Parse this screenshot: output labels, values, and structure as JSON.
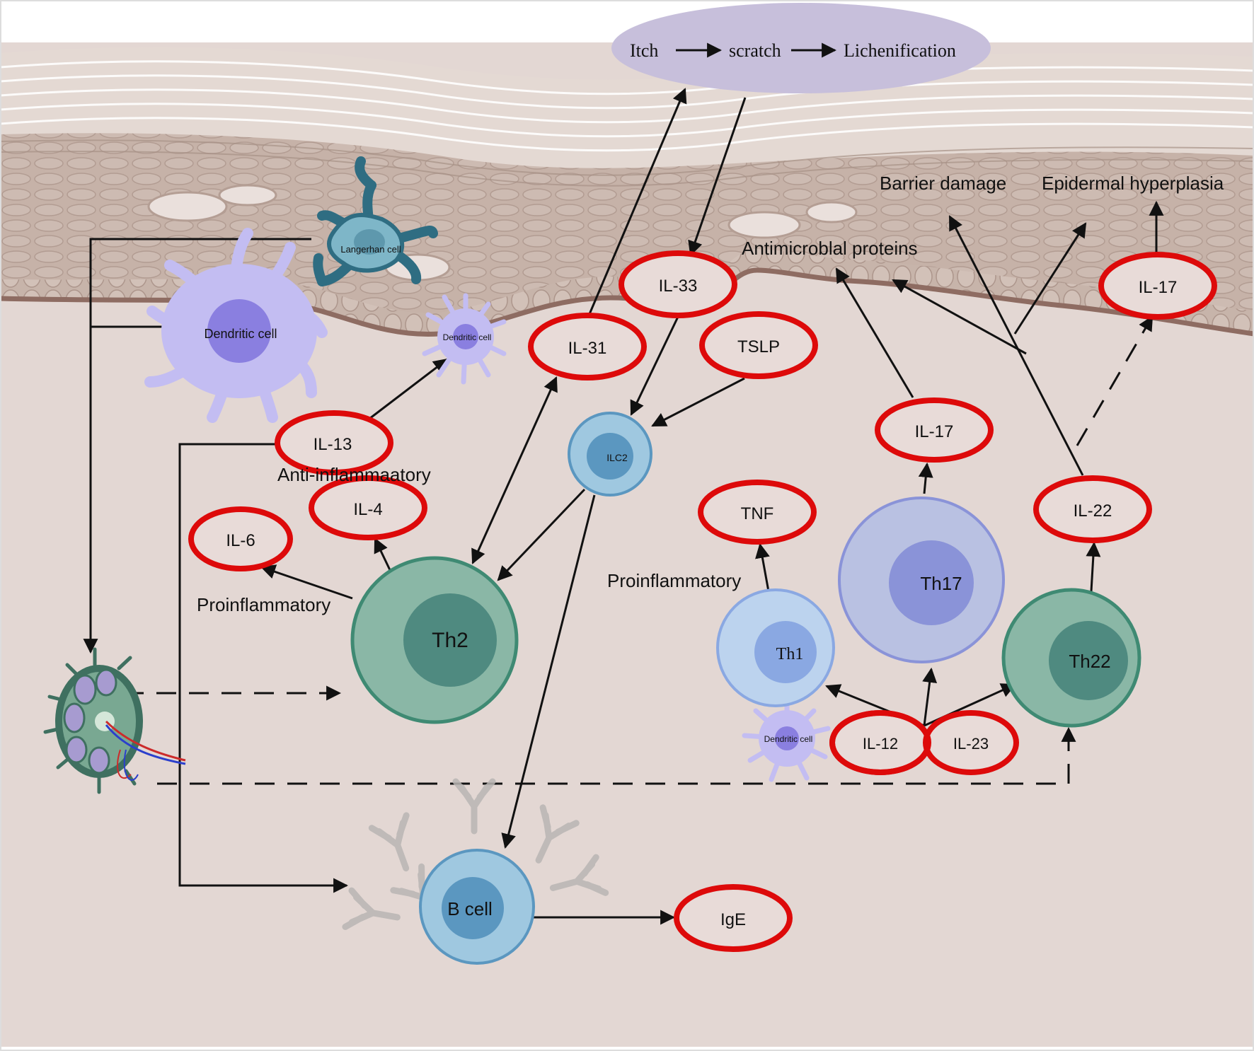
{
  "process": {
    "itch": "Itch",
    "scratch": "scratch",
    "lichenification": "Lichenification"
  },
  "effects": {
    "barrier_damage": "Barrier damage",
    "epidermal_hyperplasia": "Epidermal hyperplasia",
    "antimicrobial_proteins": "Antimicroblal proteins"
  },
  "cells": {
    "langerhans": "Langerhan cell",
    "dendritic_large": "Dendritic cell",
    "dendritic_small": "Dendritic cell",
    "dendritic_th1": "Dendritic cell",
    "ilc2": "ILC2",
    "th2": "Th2",
    "th1": "Th1",
    "th17": "Th17",
    "th22": "Th22",
    "b_cell": "B cell"
  },
  "cytokines": {
    "il33": "IL-33",
    "il31": "IL-31",
    "tslp": "TSLP",
    "il13": "IL-13",
    "il4": "IL-4",
    "il6": "IL-6",
    "tnf": "TNF",
    "il17_mid": "IL-17",
    "il17_top": "IL-17",
    "il22": "IL-22",
    "il12": "IL-12",
    "il23": "IL-23",
    "ige": "IgE"
  },
  "labels": {
    "anti_inflammatory": "Anti-inflammaatory",
    "proinflammatory_th2": "Proinflammatory",
    "proinflammatory_th1": "Proinflammatory"
  },
  "colors": {
    "dermis": "#e3d7d3",
    "epidermis": "#c9b7ae",
    "stratum_corneum": "#e6dcd7",
    "cytokine_ring": "#dd0a0a",
    "th2": "#8ab7a6",
    "th2_nucleus": "#4f8a80",
    "ilc2": "#9fc8e0",
    "ilc2_nucleus": "#5b97c0",
    "th1": "#bcd3ee",
    "th1_nucleus": "#8aa8e2",
    "th17": "#b9c1e2",
    "th17_nucleus": "#8a93d8",
    "dendritic": "#c3bdf2",
    "dendritic_nucleus": "#8a7fe0",
    "langerhans": "#5e98ad",
    "process_ellipse": "#c7bfdb"
  }
}
